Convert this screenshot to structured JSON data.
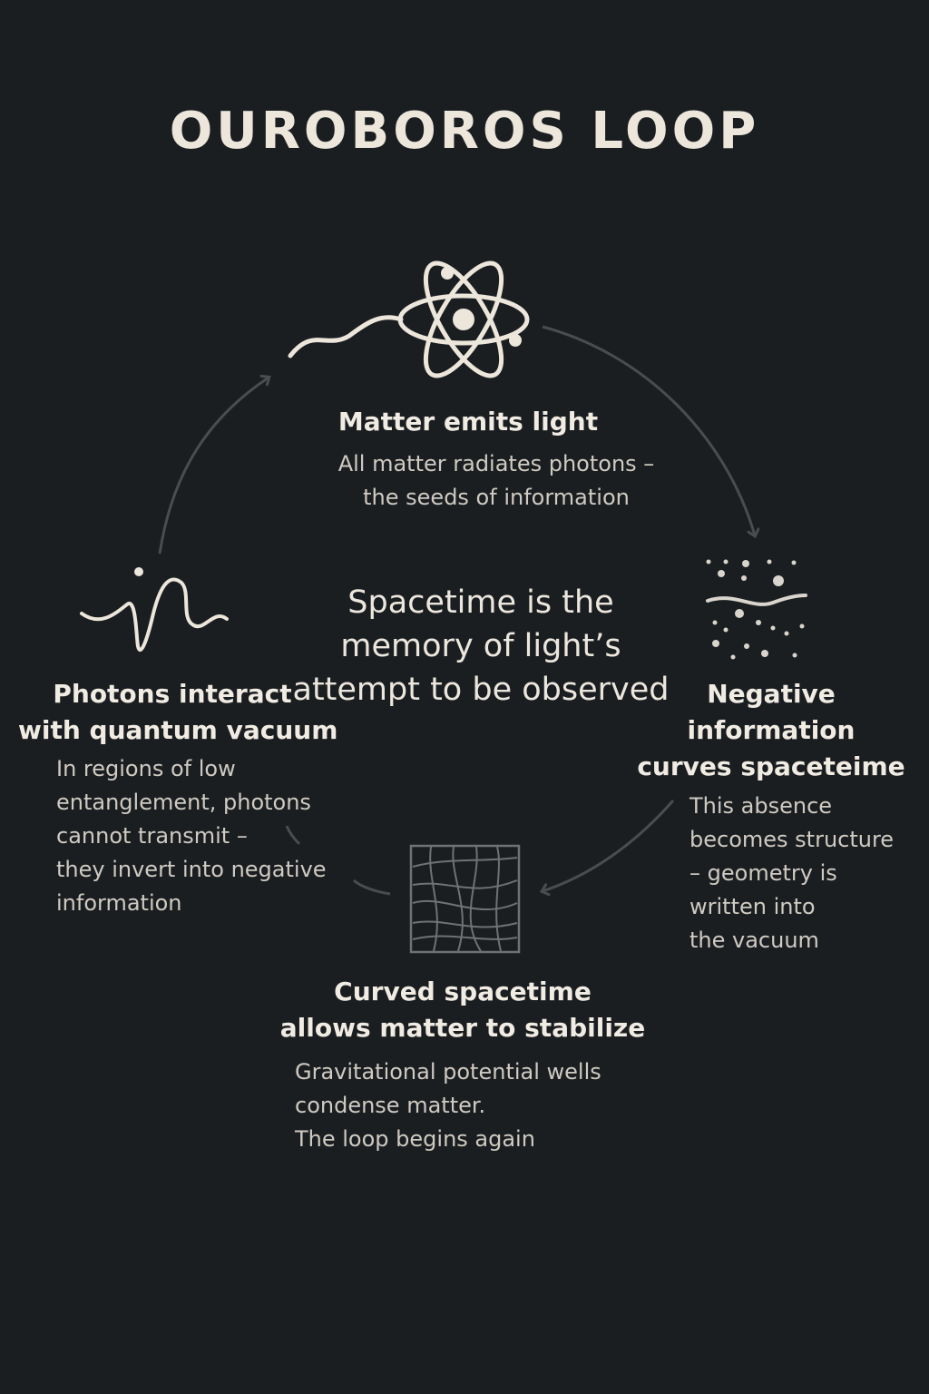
{
  "title": "OUROBOROS LOOP",
  "center_text": [
    "Spacetime is the",
    "memory of light’s",
    "attempt to be observed"
  ],
  "nodes": {
    "matter": {
      "icon": "atom-icon",
      "title": [
        "Matter emits light"
      ],
      "description": [
        "All matter radiates photons –",
        "the seeds of information"
      ]
    },
    "negative_info": {
      "icon": "scattered-particles-icon",
      "title": [
        "Negative",
        "information",
        "curves spaceteime"
      ],
      "description": [
        "This absence",
        "becomes structure",
        "– geometry is",
        "written into",
        "the vacuum"
      ]
    },
    "curved": {
      "icon": "warped-grid-icon",
      "title": [
        "Curved spacetime",
        "allows matter to stabilize"
      ],
      "description": [
        "Gravitational potential wells",
        "condense matter.",
        "The loop begins again"
      ]
    },
    "photons": {
      "icon": "photon-wave-icon",
      "title": [
        "Photons interact",
        "with quantum vacuum"
      ],
      "description": [
        "In regions of low",
        "entanglement, photons",
        "cannot transmit –",
        "they invert into negative",
        "information"
      ]
    }
  },
  "colors": {
    "background": "#1b1e21",
    "text": "#ece6db",
    "arrow": "#4a4d50"
  }
}
